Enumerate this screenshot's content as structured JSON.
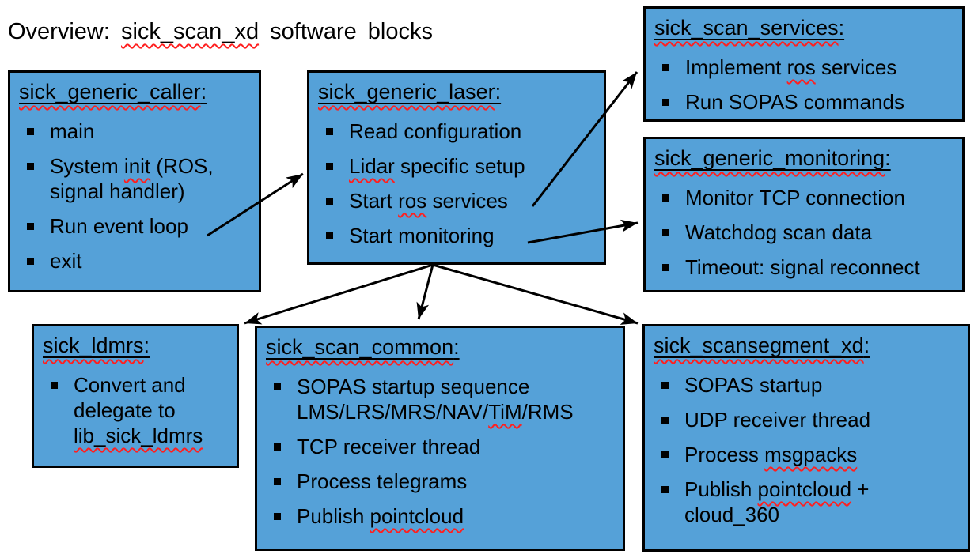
{
  "title_segments": [
    {
      "t": "Overview: "
    },
    {
      "t": "sick_scan_xd",
      "w": true
    },
    {
      "t": " software blocks"
    }
  ],
  "colors": {
    "box_fill": "#55a1d8",
    "box_border": "#000000",
    "arrow": "#000000",
    "spellcheck_wavy": "#ff1f1f"
  },
  "blocks": [
    {
      "name": "sick_generic_caller",
      "heading": [
        {
          "t": "sick_generic_caller",
          "w": true
        },
        {
          "t": ":"
        }
      ],
      "bullets": [
        [
          {
            "t": "main"
          }
        ],
        [
          {
            "t": "System "
          },
          {
            "t": "init",
            "w": true
          },
          {
            "t": " (ROS,"
          },
          {
            "br": true
          },
          {
            "t": "signal handler)"
          }
        ],
        [
          {
            "t": "Run event loop"
          }
        ],
        [
          {
            "t": "exit"
          }
        ]
      ]
    },
    {
      "name": "sick_generic_laser",
      "heading": [
        {
          "t": "sick_generic_laser",
          "w": true
        },
        {
          "t": ":"
        }
      ],
      "bullets": [
        [
          {
            "t": "Read configuration"
          }
        ],
        [
          {
            "t": "Lidar",
            "w": true
          },
          {
            "t": " specific setup"
          }
        ],
        [
          {
            "t": "Start "
          },
          {
            "t": "ros",
            "w": true
          },
          {
            "t": " services"
          }
        ],
        [
          {
            "t": "Start monitoring"
          }
        ]
      ]
    },
    {
      "name": "sick_scan_services",
      "heading": [
        {
          "t": "sick_scan_services",
          "w": true
        },
        {
          "t": ":"
        }
      ],
      "bullets": [
        [
          {
            "t": "Implement "
          },
          {
            "t": "ros",
            "w": true
          },
          {
            "t": " services"
          }
        ],
        [
          {
            "t": "Run SOPAS commands"
          }
        ]
      ]
    },
    {
      "name": "sick_generic_monitoring",
      "heading": [
        {
          "t": "sick_generic_monitoring",
          "w": true
        },
        {
          "t": ":"
        }
      ],
      "bullets": [
        [
          {
            "t": "Monitor TCP connection"
          }
        ],
        [
          {
            "t": "Watchdog scan data"
          }
        ],
        [
          {
            "t": "Timeout: signal reconnect"
          }
        ]
      ]
    },
    {
      "name": "sick_ldmrs",
      "heading": [
        {
          "t": "sick_ldmrs",
          "w": true
        },
        {
          "t": ":"
        }
      ],
      "bullets": [
        [
          {
            "t": "Convert and"
          },
          {
            "br": true
          },
          {
            "t": "delegate to"
          },
          {
            "br": true
          },
          {
            "t": "lib_sick_ldmrs",
            "w": true
          }
        ]
      ]
    },
    {
      "name": "sick_scan_common",
      "heading": [
        {
          "t": "sick_scan_common",
          "w": true
        },
        {
          "t": ":"
        }
      ],
      "bullets": [
        [
          {
            "t": "SOPAS startup sequence"
          },
          {
            "br": true
          },
          {
            "t": "LMS/LRS/MRS/NAV/"
          },
          {
            "t": "TiM",
            "w": true
          },
          {
            "t": "/RMS"
          }
        ],
        [
          {
            "t": "TCP receiver thread"
          }
        ],
        [
          {
            "t": "Process telegrams"
          }
        ],
        [
          {
            "t": "Publish "
          },
          {
            "t": "pointcloud",
            "w": true
          }
        ]
      ]
    },
    {
      "name": "sick_scansegment_xd",
      "heading": [
        {
          "t": "sick_scansegment_xd",
          "w": true
        },
        {
          "t": ":"
        }
      ],
      "bullets": [
        [
          {
            "t": "SOPAS startup"
          }
        ],
        [
          {
            "t": "UDP receiver thread"
          }
        ],
        [
          {
            "t": "Process "
          },
          {
            "t": "msgpacks",
            "w": true
          }
        ],
        [
          {
            "t": "Publish "
          },
          {
            "t": "pointcloud",
            "w": true
          },
          {
            "t": " +"
          },
          {
            "br": true
          },
          {
            "t": "cloud_360"
          }
        ]
      ]
    }
  ],
  "arrows": [
    {
      "from": "sick_generic_caller / Run event loop",
      "to": "sick_generic_laser"
    },
    {
      "from": "sick_generic_laser / Start ros services",
      "to": "sick_scan_services"
    },
    {
      "from": "sick_generic_laser / Start monitoring",
      "to": "sick_generic_monitoring"
    },
    {
      "from": "sick_generic_laser",
      "to": "sick_ldmrs"
    },
    {
      "from": "sick_generic_laser",
      "to": "sick_scan_common"
    },
    {
      "from": "sick_generic_laser",
      "to": "sick_scansegment_xd"
    }
  ]
}
